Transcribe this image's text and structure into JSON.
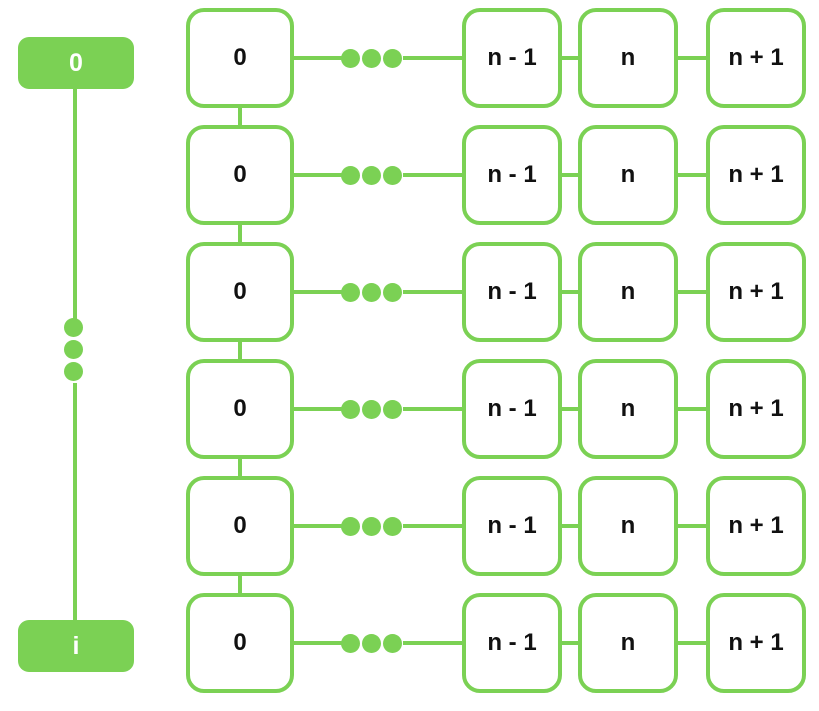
{
  "diagram": {
    "title": "indexed-grid-of-sequence-nodes",
    "colors": {
      "accent_green": "#7BD154",
      "node_fill": "#FFFFFF",
      "node_text": "#111111",
      "index_text": "#FFFFFF",
      "background": "#FFFFFF"
    },
    "index_column": {
      "top_label": "0",
      "bottom_label": "i",
      "ellipsis_dots": 3
    },
    "grid": {
      "row_count": 6,
      "column_labels": [
        "0",
        "n - 1",
        "n",
        "n + 1"
      ],
      "ellipsis_dots_per_row": 3,
      "rows": [
        {
          "cells": [
            "0",
            "n - 1",
            "n",
            "n + 1"
          ]
        },
        {
          "cells": [
            "0",
            "n - 1",
            "n",
            "n + 1"
          ]
        },
        {
          "cells": [
            "0",
            "n - 1",
            "n",
            "n + 1"
          ]
        },
        {
          "cells": [
            "0",
            "n - 1",
            "n",
            "n + 1"
          ]
        },
        {
          "cells": [
            "0",
            "n - 1",
            "n",
            "n + 1"
          ]
        },
        {
          "cells": [
            "0",
            "n - 1",
            "n",
            "n + 1"
          ]
        }
      ]
    }
  }
}
